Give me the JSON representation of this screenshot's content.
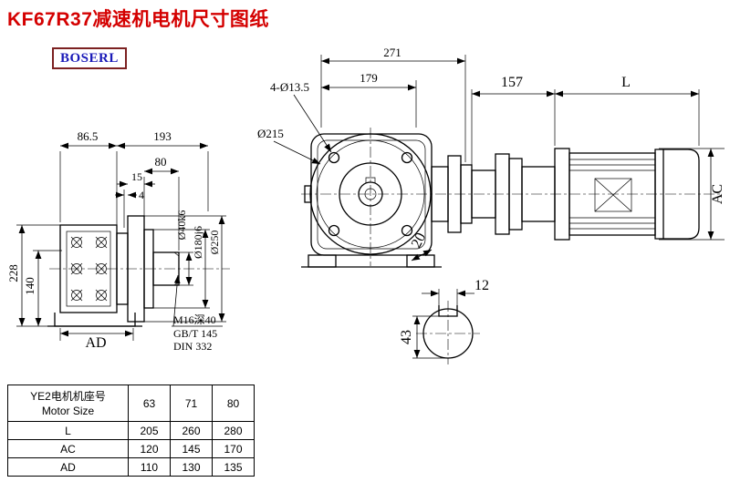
{
  "page": {
    "title": "KF67R37减速机电机尺寸图纸",
    "brand": "BOSERL"
  },
  "front_view": {
    "dim_total_width": "271",
    "dim_flange_width": "179",
    "bolt_holes": "4-Ø13.5",
    "flange_diameter": "Ø215",
    "dim_20": "20"
  },
  "motor_view": {
    "dim_157": "157",
    "dim_l": "L",
    "dim_ac": "AC"
  },
  "side_view": {
    "dim_86_5": "86.5",
    "dim_193": "193",
    "dim_80": "80",
    "dim_15": "15",
    "dim_4": "4",
    "dim_228": "228",
    "dim_140": "140",
    "dim_ad": "AD",
    "shaft_dia": "Ø40k6",
    "pilot_dia": "Ø180j6",
    "flange_dia": "Ø250",
    "thread_note": "M16深40",
    "std_note_1": "GB/T 145",
    "std_note_2": "DIN 332"
  },
  "shaft_section": {
    "key_width": "12",
    "height": "43"
  },
  "table": {
    "header_line1": "YE2电机机座号",
    "header_line2": "Motor Size",
    "columns": [
      "63",
      "71",
      "80"
    ],
    "rows": [
      {
        "label": "L",
        "values": [
          "205",
          "260",
          "280"
        ]
      },
      {
        "label": "AC",
        "values": [
          "120",
          "145",
          "170"
        ]
      },
      {
        "label": "AD",
        "values": [
          "110",
          "130",
          "135"
        ]
      }
    ]
  }
}
